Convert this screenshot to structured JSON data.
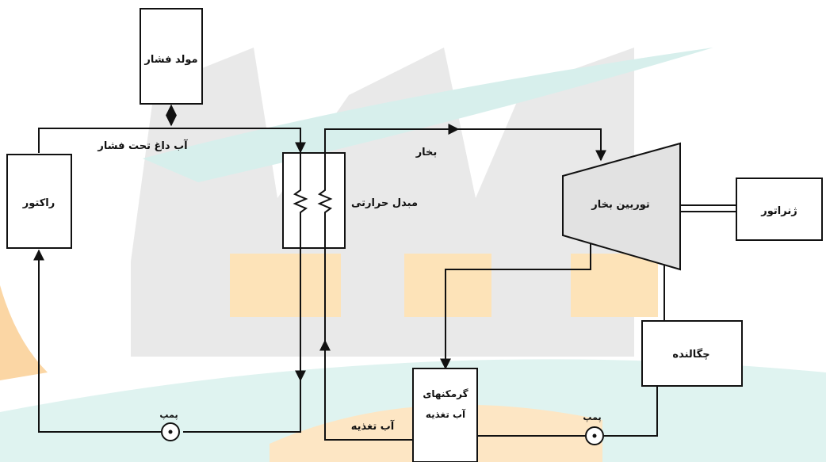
{
  "labels": {
    "pressurizer": "مولد فشار",
    "pressurized_hot_water": "آب داغ تحت فشار",
    "steam": "بخار",
    "reactor": "راکتور",
    "heat_exchanger": "مبدل حرارتی",
    "steam_turbine": "توربین بخار",
    "generator": "ژنراتور",
    "condenser": "چگالنده",
    "feedwater_heater_line1": "گرمکنهای",
    "feedwater_heater_line2": "آب تغذیه",
    "feedwater": "آب تغذیه",
    "pump_left": "پمپ",
    "pump_right": "پمپ"
  },
  "colors": {
    "line": "#111111",
    "box_fill": "#ffffff",
    "turbine_fill": "#e2e2e2",
    "watermark_gray": "#e6e6e6",
    "watermark_orange": "#fde9c8",
    "watermark_teal": "#d9f1ef"
  },
  "icons": {
    "pump": "pump-icon",
    "heat_coil": "zigzag-coil-icon",
    "watermark": "factory-watermark"
  }
}
